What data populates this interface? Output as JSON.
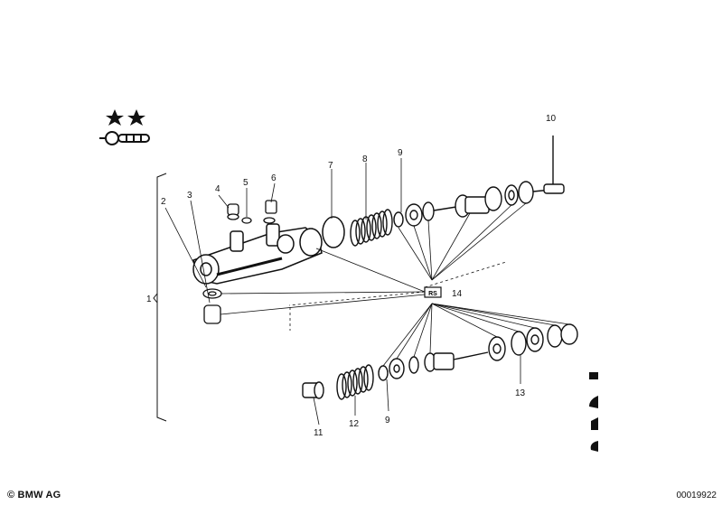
{
  "copyright": "© BMW AG",
  "image_number": "00019922",
  "callouts": {
    "c1": "1",
    "c2": "2",
    "c3": "3",
    "c4": "4",
    "c5": "5",
    "c6": "6",
    "c7": "7",
    "c8": "8",
    "c9a": "9",
    "c10": "10",
    "c9b": "9",
    "c11": "11",
    "c12": "12",
    "c13": "13",
    "c14": "14"
  },
  "kit_box_label": "RS",
  "icons": {
    "stars": "two-star-icon",
    "key": "key-symbol-icon"
  }
}
